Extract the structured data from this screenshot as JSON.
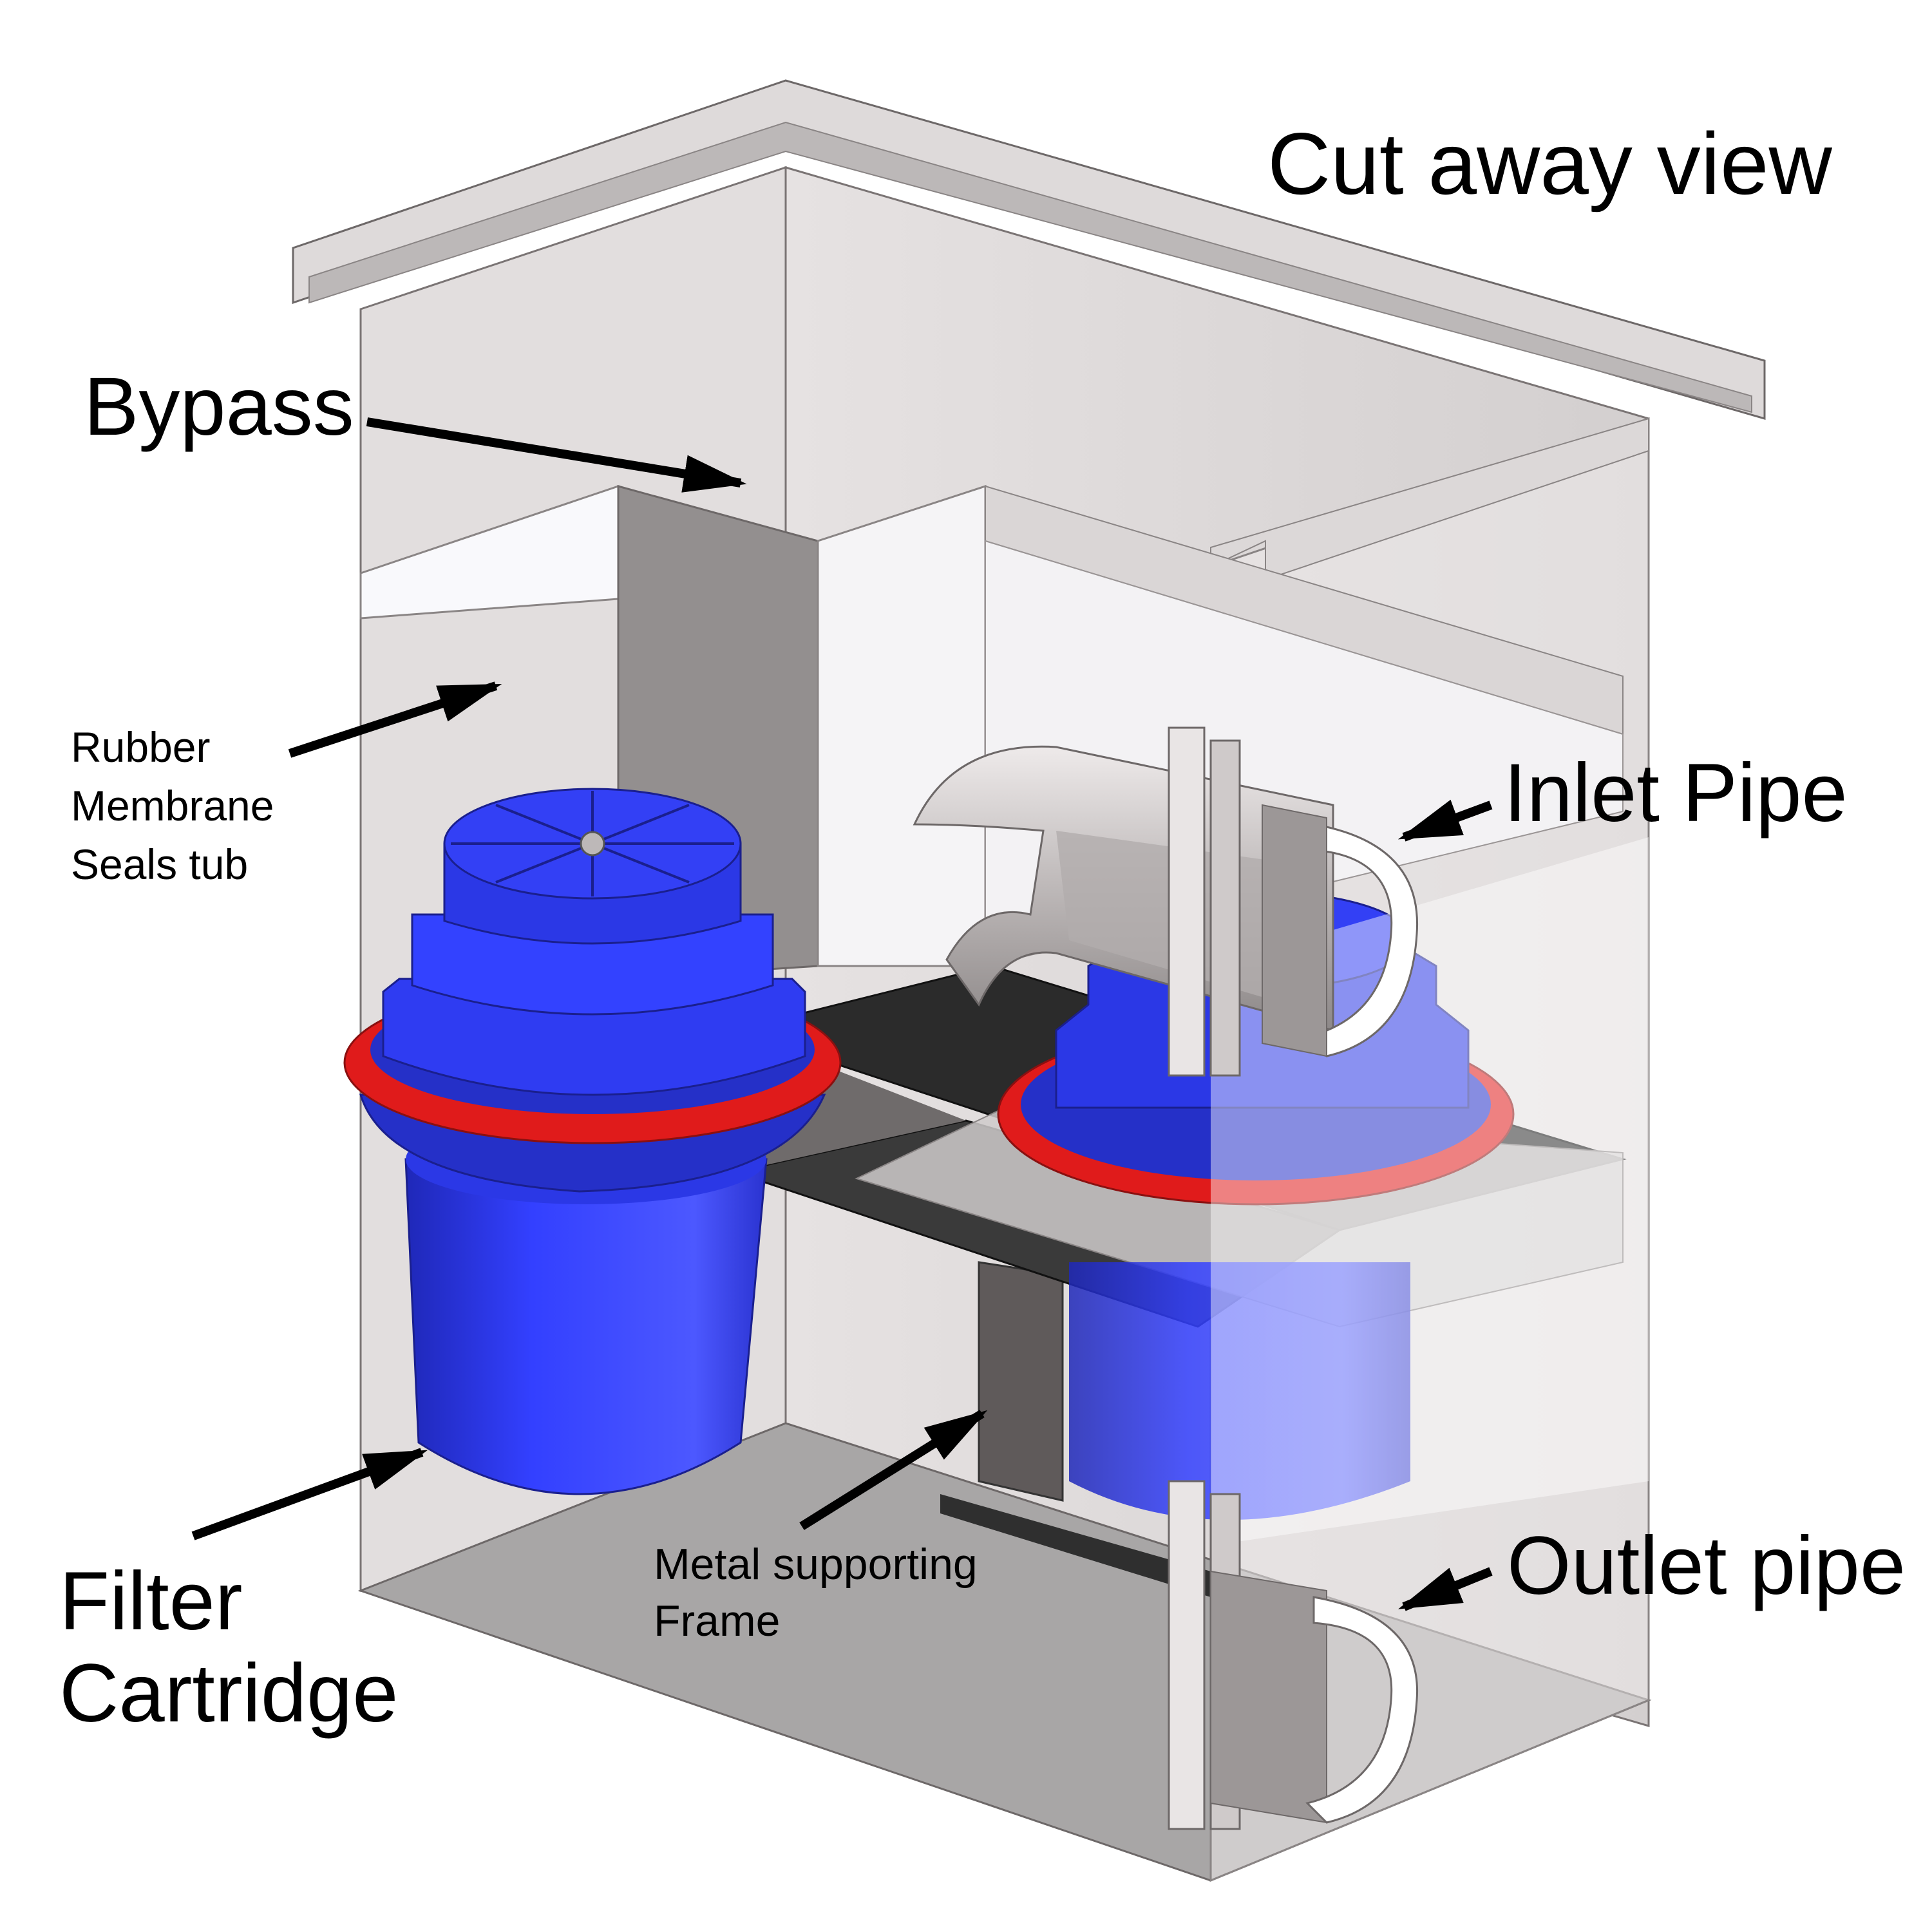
{
  "title": "Cut away view",
  "labels": {
    "bypass": "Bypass",
    "rubber": [
      "Rubber",
      "Membrane",
      "Seals tub"
    ],
    "inlet": "Inlet Pipe",
    "outlet": "Outlet pipe",
    "filter": [
      "Filter",
      "Cartridge"
    ],
    "frame": [
      "Metal supporting",
      "Frame"
    ]
  },
  "colors": {
    "cartridge_blue": "#2f3cf2",
    "cartridge_dark": "#1e24a8",
    "seal_red": "#e01b1b",
    "tank_wall": "#d9d5d5",
    "tank_floor": "#a9a7a7",
    "metal_plate": "#2b2b2b",
    "pipe_grey": "#c4c0c0"
  }
}
